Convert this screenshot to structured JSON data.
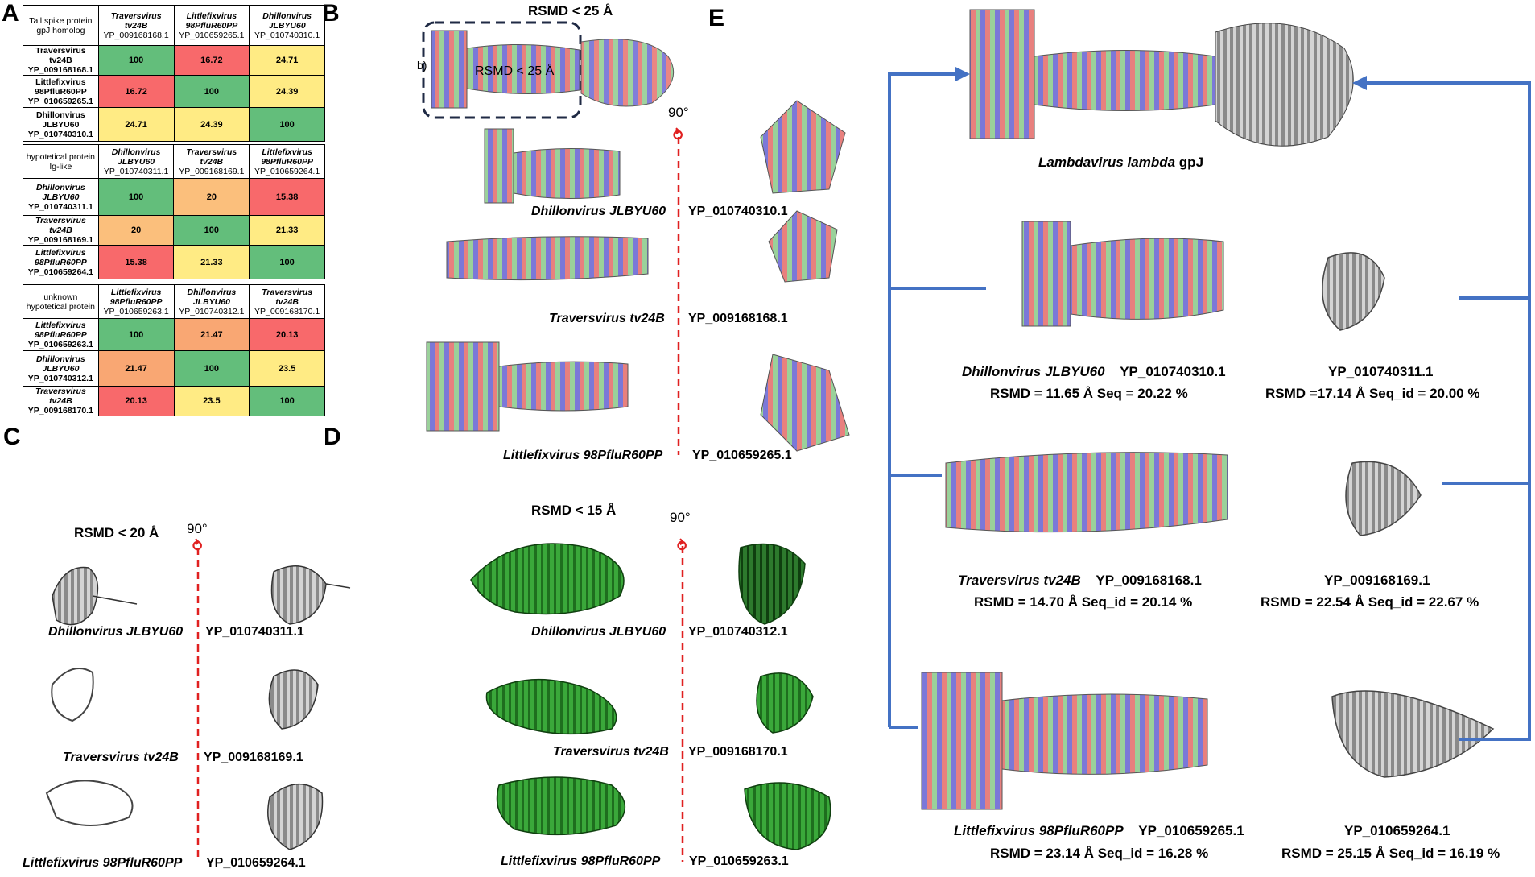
{
  "panels": {
    "A": "A",
    "B": "B",
    "C": "C",
    "D": "D",
    "E": "E"
  },
  "table1": {
    "corner": [
      "Tail spike protein",
      "gpJ homolog"
    ],
    "cols": [
      {
        "name": "Traversvirus tv24B",
        "id": "YP_009168168.1"
      },
      {
        "name": "Littlefixvirus 98PfluR60PP",
        "id": "YP_010659265.1"
      },
      {
        "name": "Dhillonvirus JLBYU60",
        "id": "YP_010740310.1"
      }
    ],
    "rows": [
      {
        "name": "Traversvirus tv24B",
        "id": "YP_009168168.1",
        "values": [
          "100",
          "16.72",
          "24.71"
        ]
      },
      {
        "name": "Littlefixvirus 98PfluR60PP",
        "id": "YP_010659265.1",
        "values": [
          "16.72",
          "100",
          "24.39"
        ]
      },
      {
        "name": "Dhillonvirus JLBYU60",
        "id": "YP_010740310.1",
        "values": [
          "24.71",
          "24.39",
          "100"
        ]
      }
    ]
  },
  "table2": {
    "corner": [
      "hypotetical protein",
      "Ig-like"
    ],
    "cols": [
      {
        "name": "Dhillonvirus JLBYU60",
        "id": "YP_010740311.1"
      },
      {
        "name": "Traversvirus tv24B",
        "id": "YP_009168169.1"
      },
      {
        "name": "Littlefixvirus 98PfluR60PP",
        "id": "YP_010659264.1"
      }
    ],
    "rows": [
      {
        "name": "Dhillonvirus JLBYU60",
        "id": "YP_010740311.1",
        "values": [
          "100",
          "20",
          "15.38"
        ]
      },
      {
        "name": "Traversvirus tv24B",
        "id": "YP_009168169.1",
        "values": [
          "20",
          "100",
          "21.33"
        ]
      },
      {
        "name": "Littlefixvirus 98PfluR60PP",
        "id": "YP_010659264.1",
        "values": [
          "15.38",
          "21.33",
          "100"
        ]
      }
    ]
  },
  "table3": {
    "corner": [
      "unknown",
      "hypotetical protein"
    ],
    "cols": [
      {
        "name": "Littlefixvirus 98PfluR60PP",
        "id": "YP_010659263.1"
      },
      {
        "name": "Dhillonvirus JLBYU60",
        "id": "YP_010740312.1"
      },
      {
        "name": "Traversvirus tv24B",
        "id": "YP_009168170.1"
      }
    ],
    "rows": [
      {
        "name": "Littlefixvirus 98PfluR60PP",
        "id": "YP_010659263.1",
        "values": [
          "100",
          "21.47",
          "20.13"
        ]
      },
      {
        "name": "Dhillonvirus JLBYU60",
        "id": "YP_010740312.1",
        "values": [
          "21.47",
          "100",
          "23.5"
        ]
      },
      {
        "name": "Traversvirus tv24B",
        "id": "YP_009168170.1",
        "values": [
          "20.13",
          "23.5",
          "100"
        ]
      }
    ]
  },
  "panelB": {
    "title": "RSMD < 25 Å",
    "overlay": "RSMD < 25 Å",
    "small_b": "b)",
    "angle": "90°",
    "items": [
      {
        "name": "Dhillonvirus JLBYU60",
        "id": "YP_010740310.1"
      },
      {
        "name": "Traversvirus tv24B",
        "id": "YP_009168168.1"
      },
      {
        "name": "Littlefixvirus 98PfluR60PP",
        "id": "YP_010659265.1"
      }
    ]
  },
  "panelC": {
    "title": "RSMD < 20 Å",
    "angle": "90°",
    "items": [
      {
        "name": "Dhillonvirus JLBYU60",
        "id": "YP_010740311.1"
      },
      {
        "name": "Traversvirus tv24B",
        "id": "YP_009168169.1"
      },
      {
        "name": "Littlefixvirus 98PfluR60PP",
        "id": "YP_010659264.1"
      }
    ]
  },
  "panelD": {
    "title": "RSMD < 15 Å",
    "angle": "90°",
    "items": [
      {
        "name": "Dhillonvirus JLBYU60",
        "id": "YP_010740312.1"
      },
      {
        "name": "Traversvirus tv24B",
        "id": "YP_009168170.1"
      },
      {
        "name": "Littlefixvirus 98PfluR60PP",
        "id": "YP_010659263.1"
      }
    ]
  },
  "panelE": {
    "ref_name": "Lambdavirus lambda",
    "ref_suffix": "gpJ",
    "rows": [
      {
        "name": "Dhillonvirus JLBYU60",
        "id": "YP_010740310.1",
        "stats": "RSMD = 11.65 Å Seq = 20.22 %",
        "id2": "YP_010740311.1",
        "stats2": "RSMD =17.14 Å Seq_id = 20.00 %"
      },
      {
        "name": "Traversvirus tv24B",
        "id": "YP_009168168.1",
        "stats": "RSMD = 14.70 Å Seq_id = 20.14 %",
        "id2": "YP_009168169.1",
        "stats2": "RSMD = 22.54 Å Seq_id = 22.67 %"
      },
      {
        "name": "Littlefixvirus 98PfluR60PP",
        "id": "YP_010659265.1",
        "stats": "RSMD = 23.14 Å Seq_id = 16.28 %",
        "id2": "YP_010659264.1",
        "stats2": "RSMD = 25.15 Å Seq_id = 16.19 %"
      }
    ]
  },
  "colors": {
    "red": "#e86f6f",
    "green": "#63be7b",
    "yellow": "#ffeb84",
    "orange": "#fbbf7c",
    "blue_arrow": "#4472c4",
    "axis_red": "#e02020"
  }
}
